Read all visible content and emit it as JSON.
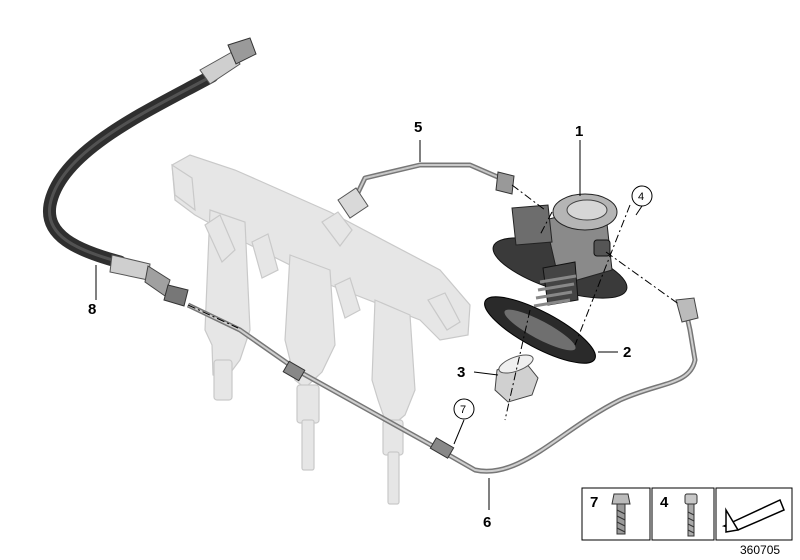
{
  "callouts": {
    "c1": "1",
    "c2": "2",
    "c3": "3",
    "c4": "4",
    "c5": "5",
    "c6": "6",
    "c7": "7",
    "c8": "8"
  },
  "legend": {
    "item7": "7",
    "item4": "4"
  },
  "document_number": "360705"
}
